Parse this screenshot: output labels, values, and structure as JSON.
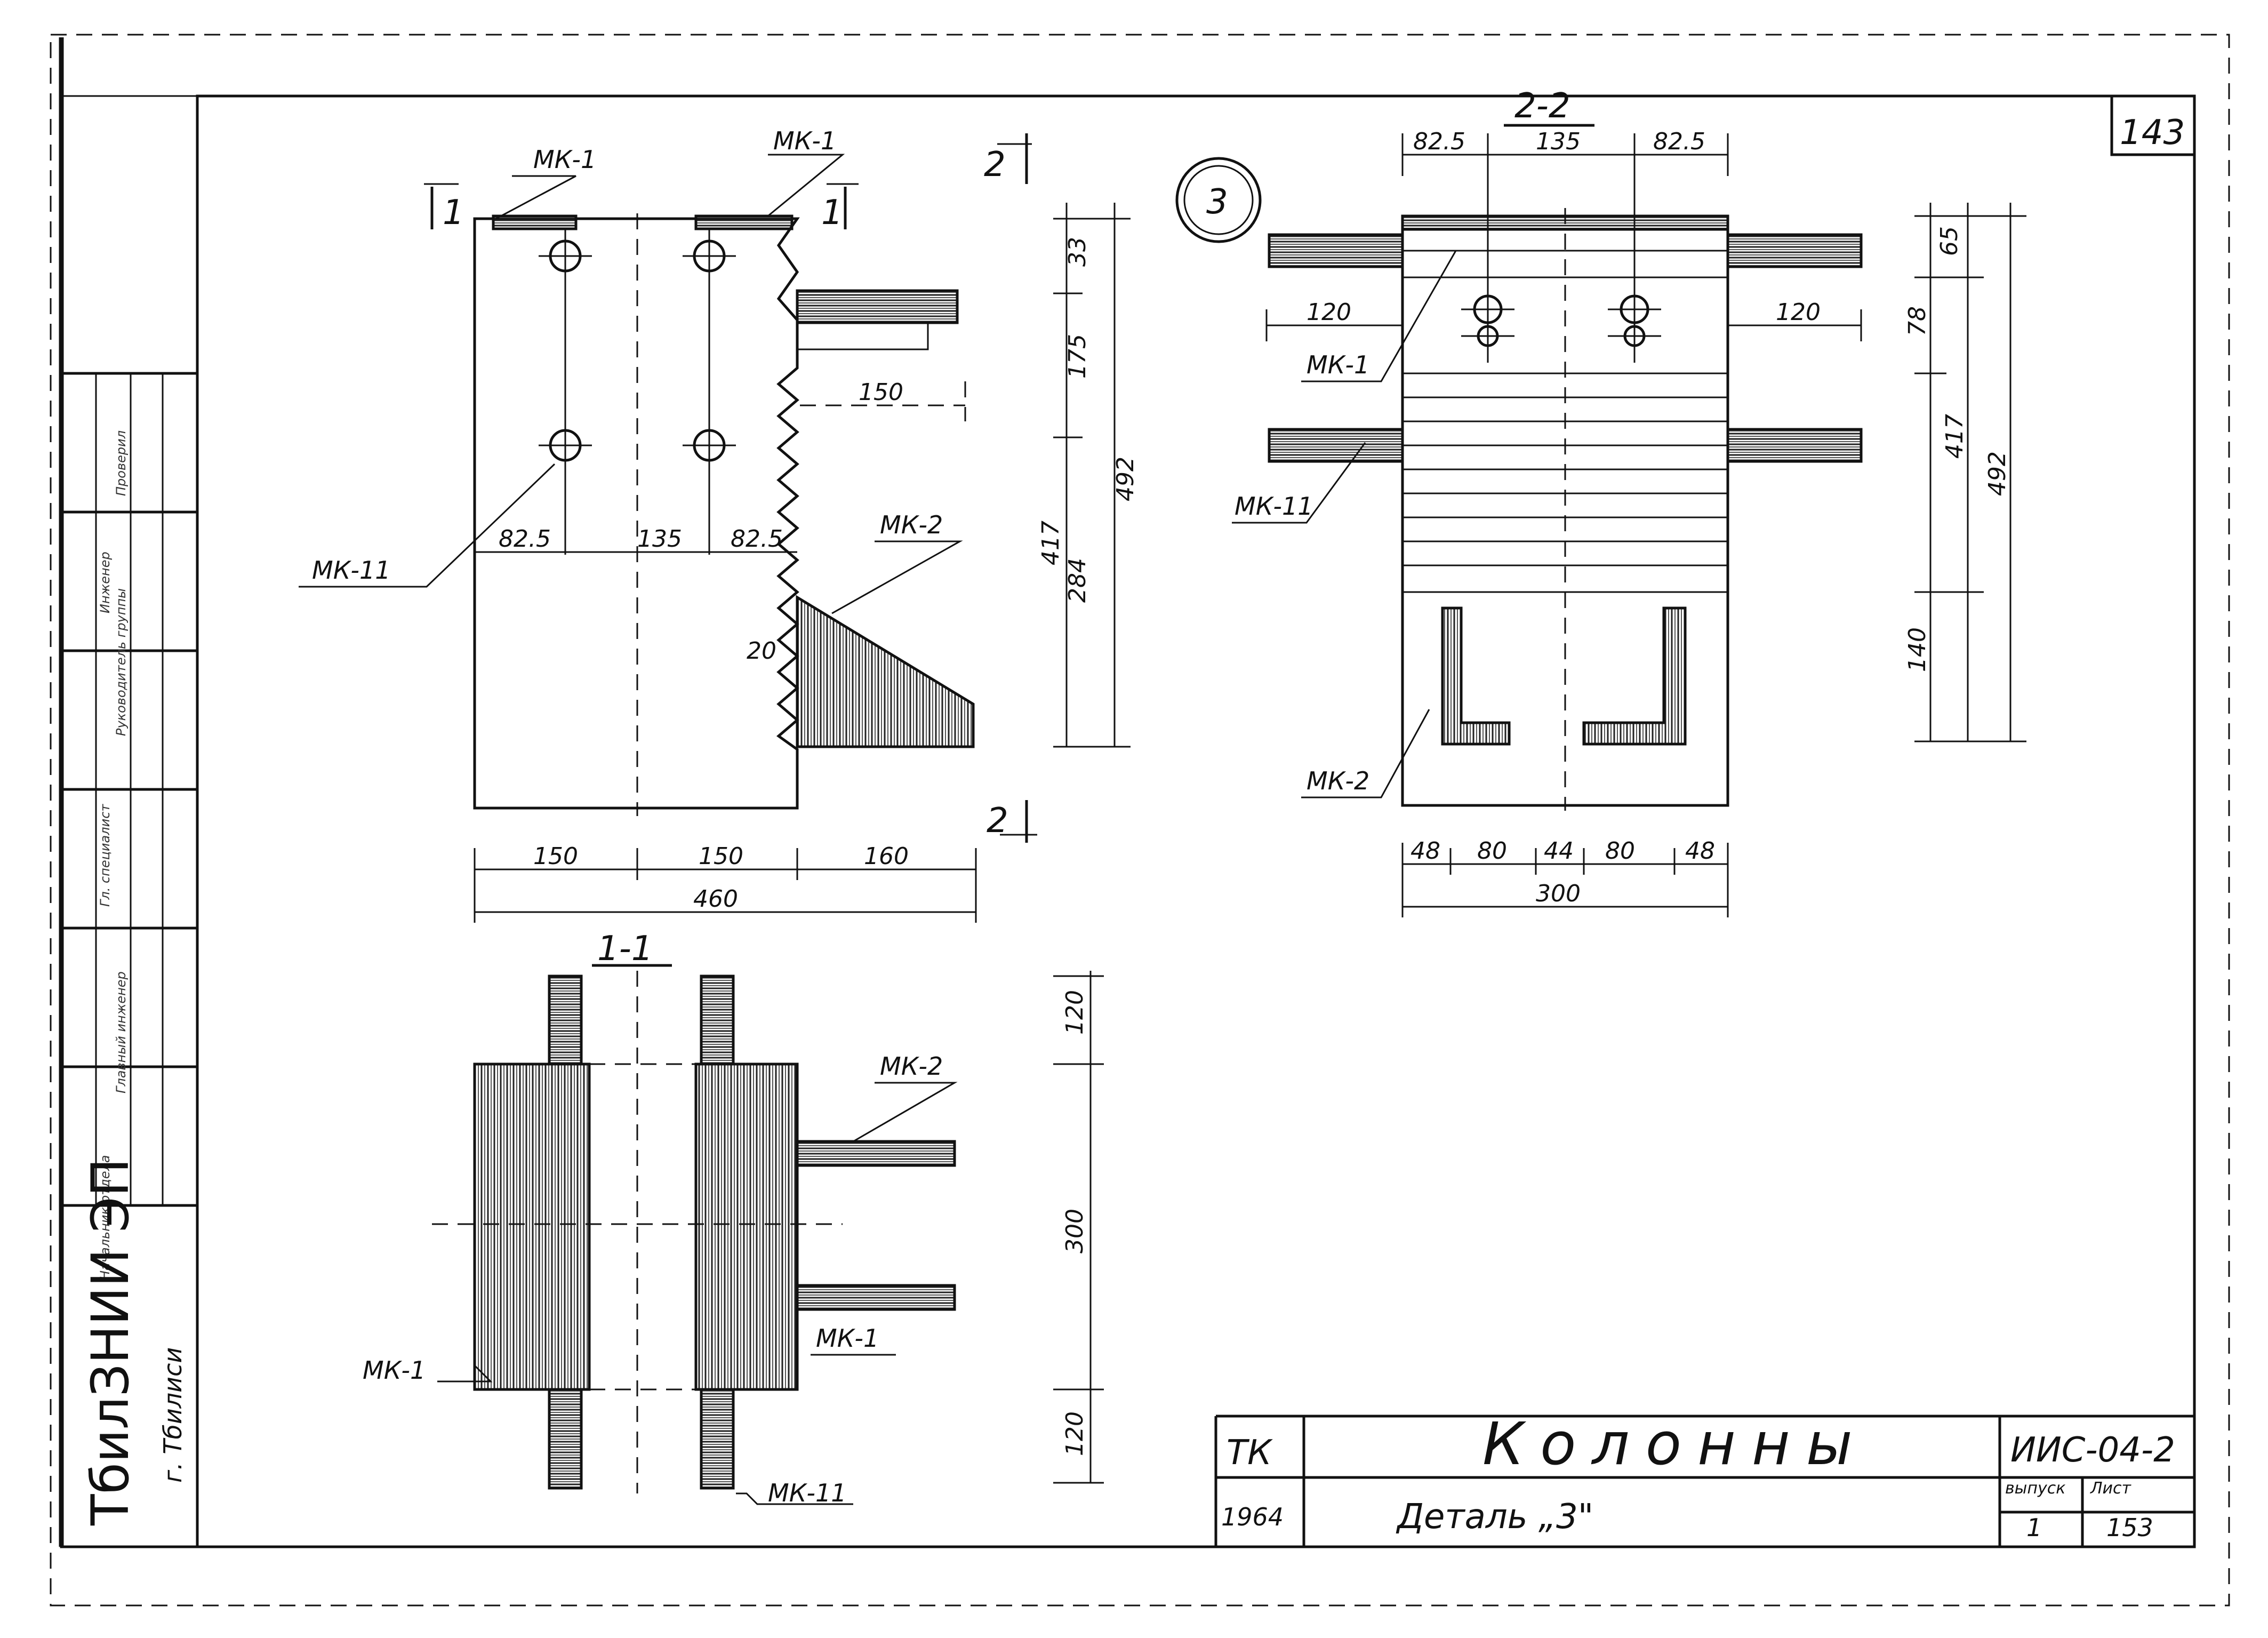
{
  "sheet": {
    "page_number": "143",
    "detail_marker": "3",
    "organization": "ТбилЗНИИ ЭП",
    "organization_sub": "г. Тбилиси"
  },
  "title_block": {
    "org_code": "ТК",
    "year": "1964",
    "title": "Колонны",
    "subtitle": "Деталь „3\"",
    "series": "ИИС-04-2",
    "issue_label": "выпуск",
    "issue": "1",
    "sheet_label": "Лист",
    "sheet": "153"
  },
  "stamp_lines": [
    "Начальник отдела",
    "Главный инженер",
    "Гл. специалист",
    "Руководитель группы",
    "Инженер",
    "Проверил"
  ],
  "views": {
    "elevation": {
      "markers": [
        "1",
        "1",
        "2",
        "2"
      ],
      "labels": [
        "МК-1",
        "МК-1",
        "МК-11",
        "МК-2"
      ],
      "dims_horizontal_top": [
        "82.5",
        "135",
        "82.5"
      ],
      "dims_horizontal_bottom": [
        "150",
        "150",
        "160",
        "460"
      ],
      "dims_vertical": [
        "33",
        "175",
        "417",
        "284",
        "492"
      ],
      "dim_150": "150",
      "dim_20": "20"
    },
    "section_1_1": {
      "title": "1-1",
      "labels": [
        "МК-2",
        "МК-1",
        "МК-1",
        "МК-11"
      ],
      "dims_vertical": [
        "120",
        "300",
        "120"
      ]
    },
    "section_2_2": {
      "title": "2-2",
      "labels": [
        "МК-1",
        "МК-11",
        "МК-2"
      ],
      "dims_top": [
        "82.5",
        "135",
        "82.5"
      ],
      "dims_side": [
        "120",
        "120"
      ],
      "dims_bottom": [
        "48",
        "80",
        "44",
        "80",
        "48",
        "300"
      ],
      "dims_right": [
        "65",
        "78",
        "417",
        "492",
        "140"
      ]
    }
  }
}
